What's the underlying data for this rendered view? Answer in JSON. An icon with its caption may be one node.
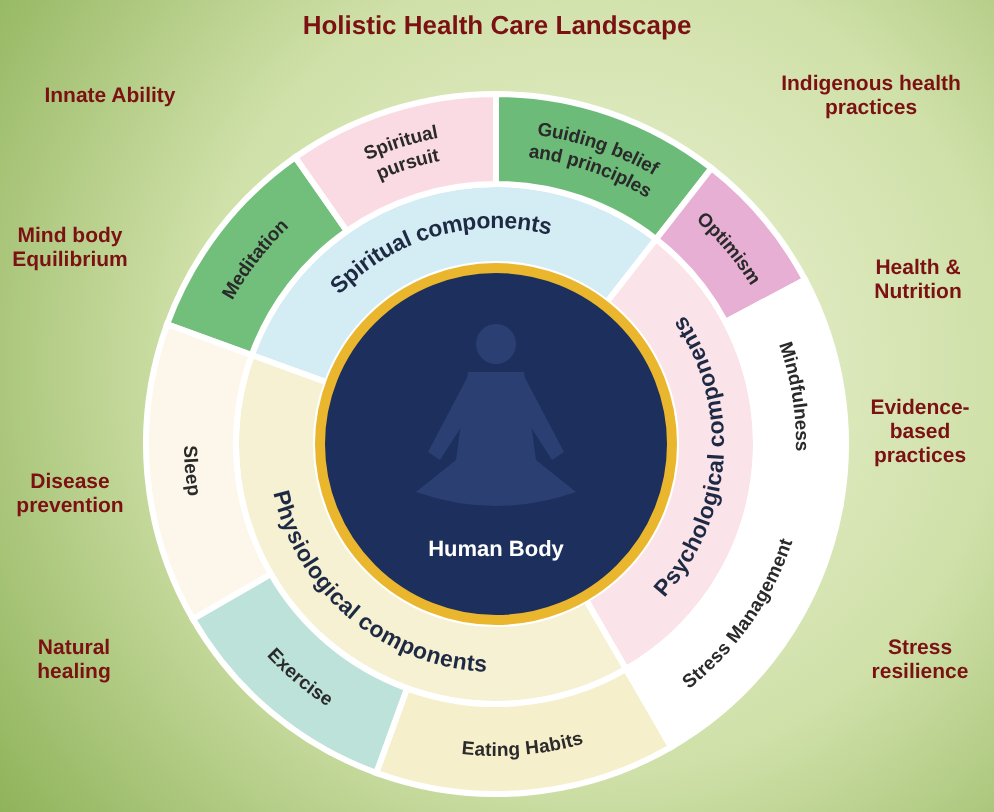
{
  "diagram": {
    "title": "Holistic Health Care Landscape",
    "nodes": [
      {
        "text": [
          "Spiritual components"
        ]
      },
      {
        "text": [
          "Psychological components"
        ]
      },
      {
        "text": [
          "Physiological components"
        ]
      },
      {
        "text": [
          "Meditation"
        ]
      },
      {
        "text": [
          "Spiritual pursuit"
        ]
      },
      {
        "text": [
          "Guiding belief and principles"
        ]
      },
      {
        "text": [
          "Optimism"
        ]
      },
      {
        "text": [
          "Mindfulness"
        ]
      },
      {
        "text": [
          "Stress Management"
        ]
      },
      {
        "text": [
          "Eating Habits"
        ]
      },
      {
        "text": [
          "Exercise"
        ]
      },
      {
        "text": [
          "Sleep"
        ]
      },
      {
        "text": [
          "Human Body"
        ]
      }
    ],
    "labels": [
      "Innate Ability",
      "Mind body Equilibrium",
      "Disease prevention",
      "Natural healing",
      "Indigenous health practices",
      "Health & Nutrition",
      "Evidence-based practices",
      "Stress resilience"
    ]
  }
}
